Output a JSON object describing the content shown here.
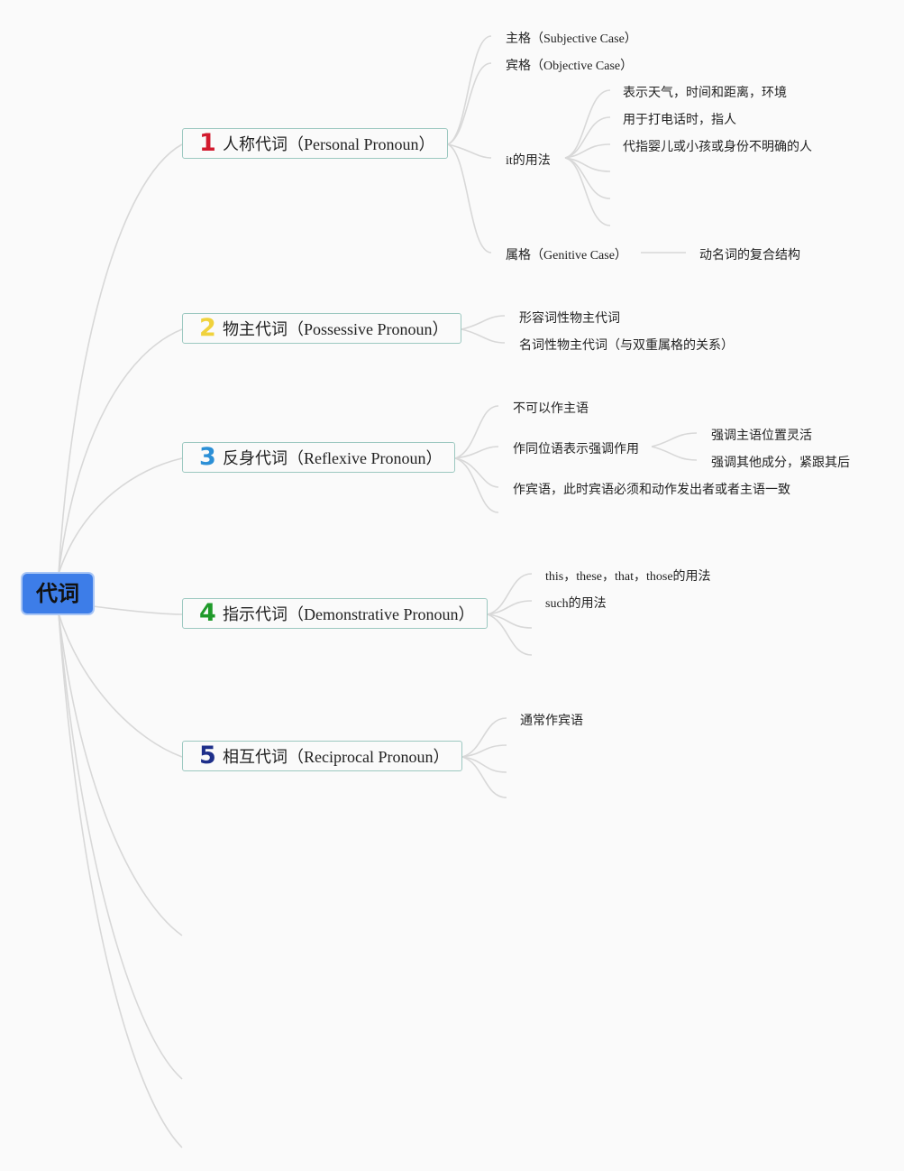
{
  "root": {
    "label": "代词"
  },
  "branches": [
    {
      "number": "1",
      "color": "#d21a2e",
      "zh": "人称代词",
      "en": "（Personal Pronoun）"
    },
    {
      "number": "2",
      "color": "#f0d23c",
      "zh": "物主代词",
      "en": "（Possessive Pronoun）"
    },
    {
      "number": "3",
      "color": "#2b8fd6",
      "zh": "反身代词",
      "en": "（Reflexive Pronoun）"
    },
    {
      "number": "4",
      "color": "#1f9a2a",
      "zh": "指示代词",
      "en": "（Demonstrative Pronoun）"
    },
    {
      "number": "5",
      "color": "#1e2f8a",
      "zh": "相互代词",
      "en": "（Reciprocal Pronoun）"
    }
  ],
  "personal": {
    "subjective": {
      "zh": "主格",
      "en": "（Subjective Case）"
    },
    "objective": {
      "zh": "宾格",
      "en": "（Objective Case）"
    },
    "it_usage": {
      "en": "it",
      "zh": "的用法"
    },
    "it_items": [
      "表示天气，时间和距离，环境",
      "用于打电话时，指人",
      "代指婴儿或小孩或身份不明确的人"
    ],
    "genitive": {
      "zh": "属格",
      "en": "（Genitive Case）"
    },
    "genitive_child": "动名词的复合结构"
  },
  "possessive": {
    "items": [
      "形容词性物主代词",
      "名词性物主代词（与双重属格的关系）"
    ]
  },
  "reflexive": {
    "items": [
      "不可以作主语",
      "作同位语表示强调作用",
      "作宾语，此时宾语必须和动作发出者或者主语一致"
    ],
    "appositive_items": [
      "强调主语位置灵活",
      "强调其他成分，紧跟其后"
    ]
  },
  "demonstrative": {
    "items": [
      {
        "en": "this，these，that，those",
        "zh": "的用法"
      },
      {
        "en": "such",
        "zh": "的用法"
      }
    ]
  },
  "reciprocal": {
    "items": [
      "通常作宾语"
    ]
  },
  "colors": {
    "root_bg": "#3d7de8",
    "branch_border": "#9cc8c0",
    "link": "#d9d9d9",
    "background": "#fafafa"
  }
}
